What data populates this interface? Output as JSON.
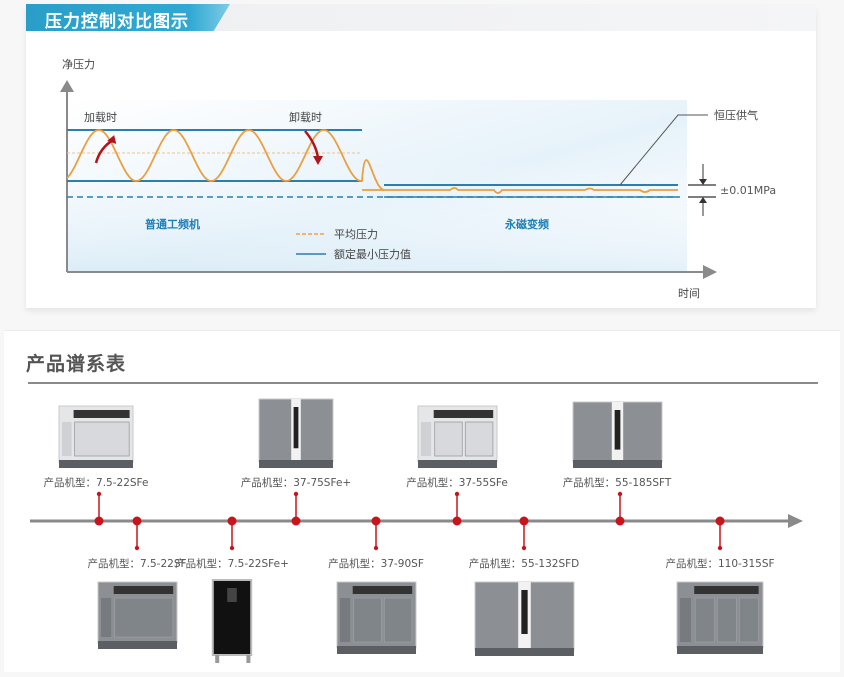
{
  "pressure_section": {
    "title": "压力控制对比图示",
    "y_axis_label": "净压力",
    "x_axis_label": "时间",
    "annotation_loading": "加载时",
    "annotation_unloading": "卸载时",
    "annotation_constant": "恒压供气",
    "tolerance_label": "±0.01MPa",
    "region_left_label": "普通工频机",
    "region_right_label": "永磁变频",
    "legend": [
      {
        "label": "平均压力",
        "color": "#f0a24a",
        "style": "dashed"
      },
      {
        "label": "额定最小压力值",
        "color": "#2b7fae",
        "style": "solid"
      }
    ],
    "colors": {
      "band_line": "#2b7fae",
      "pressure_curve": "#e8a040",
      "arrow_red": "#b0141c",
      "region_text": "#1f7fb5",
      "axis": "#888888"
    }
  },
  "product_section": {
    "title": "产品谱系表",
    "top_products": [
      {
        "label": "产品机型：7.5-22SFe",
        "type": "white-small"
      },
      {
        "label": "产品机型：37-75SFe+",
        "type": "gray-center"
      },
      {
        "label": "产品机型：37-55SFe",
        "type": "white-large"
      },
      {
        "label": "产品机型：55-185SFT",
        "type": "gray-center-large"
      }
    ],
    "bottom_products": [
      {
        "label": "产品机型：7.5-22SF",
        "type": "gray-small"
      },
      {
        "label": "产品机型：7.5-22SFe+",
        "type": "black-tall"
      },
      {
        "label": "产品机型：37-90SF",
        "type": "gray-double"
      },
      {
        "label": "产品机型：55-132SFD",
        "type": "gray-center-large"
      },
      {
        "label": "产品机型：110-315SF",
        "type": "gray-triple"
      }
    ],
    "colors": {
      "timeline": "#8a8a8a",
      "marker": "#c8151d"
    }
  }
}
